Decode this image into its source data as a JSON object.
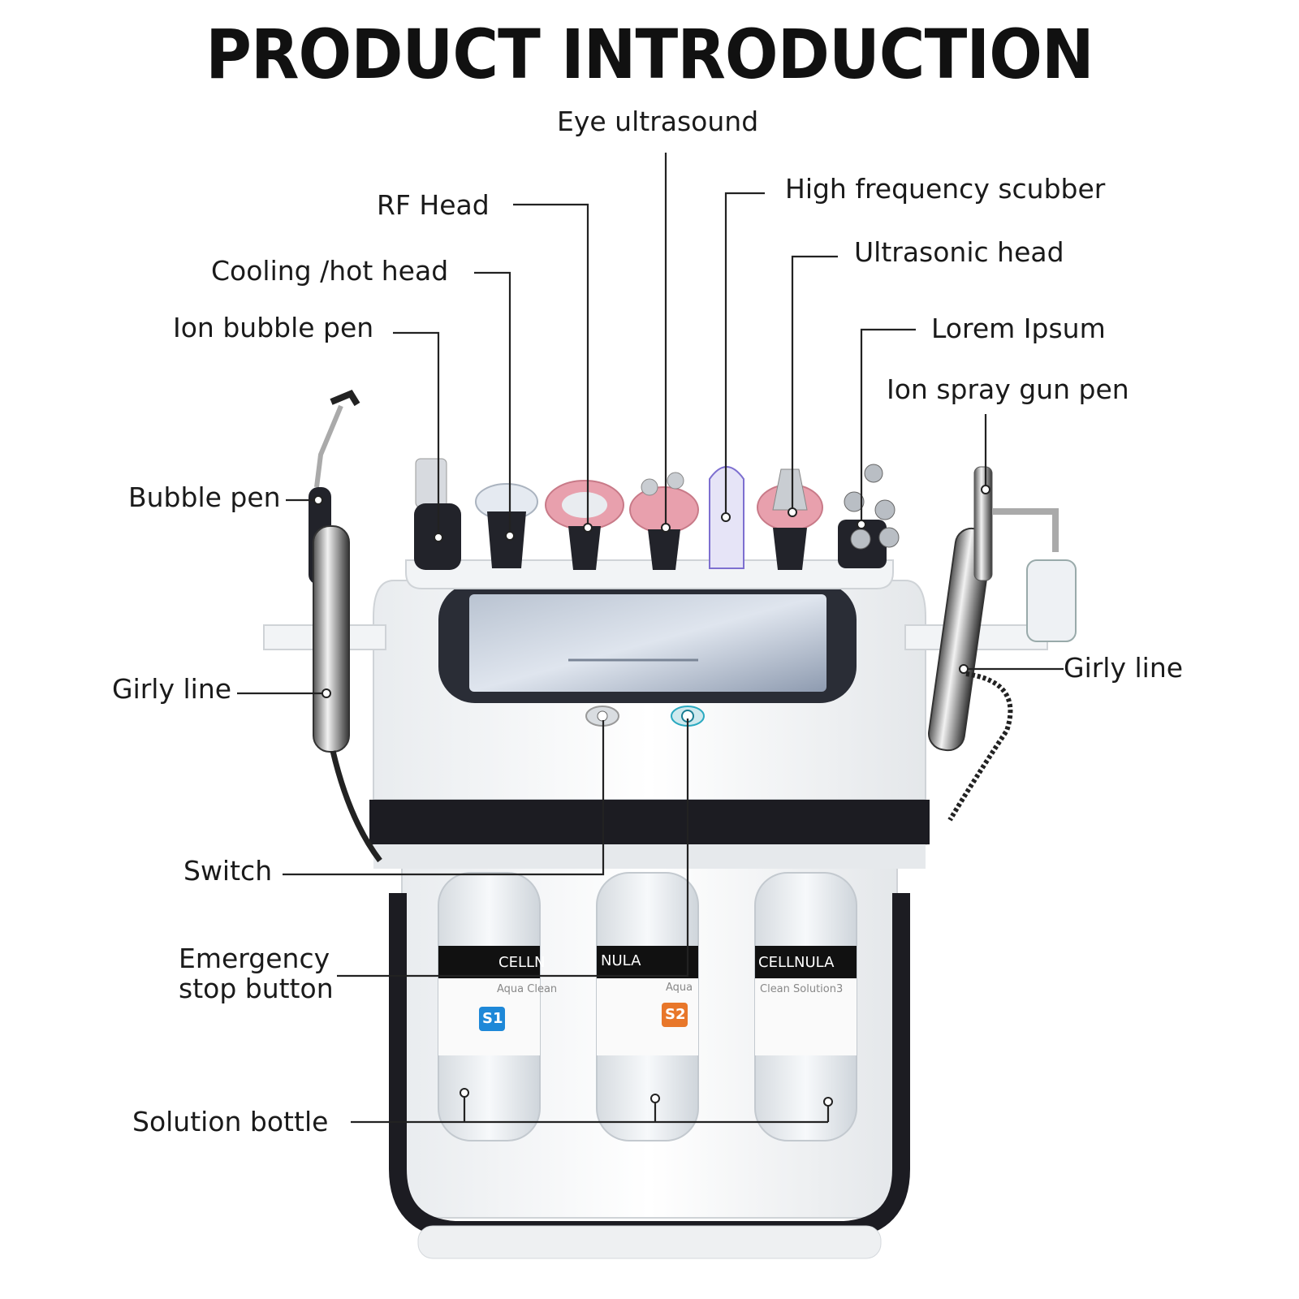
{
  "title": "PRODUCT INTRODUCTION",
  "labels": {
    "eye_ultrasound": "Eye ultrasound",
    "rf_head": "RF Head",
    "high_frequency_scrubber": "High frequency scubber",
    "cooling_hot_head": "Cooling /hot head",
    "ultrasonic_head": "Ultrasonic head",
    "ion_bubble_pen": "Ion bubble pen",
    "lorem_ipsum": "Lorem Ipsum",
    "ion_spray_gun_pen": "Ion spray gun pen",
    "bubble_pen": "Bubble pen",
    "girly_line_left": "Girly line",
    "girly_line_right": "Girly line",
    "switch": "Switch",
    "emergency_stop_line1": "Emergency",
    "emergency_stop_line2": "stop button",
    "solution_bottle": "Solution bottle"
  },
  "bottles": [
    {
      "brand": "CELLN",
      "badge": "S1",
      "badge_color": "#1e88d8",
      "sub": "Aqua Clean"
    },
    {
      "brand": "NULA",
      "badge": "S2",
      "badge_color": "#e8772a",
      "sub": "Aqua"
    },
    {
      "brand": "CELLNULA",
      "badge": "",
      "badge_color": "",
      "sub": "Clean Solution3"
    }
  ],
  "colors": {
    "accent_pink": "#e8a0ad",
    "dark": "#1c1c22",
    "screen": "#9aa7b8"
  }
}
